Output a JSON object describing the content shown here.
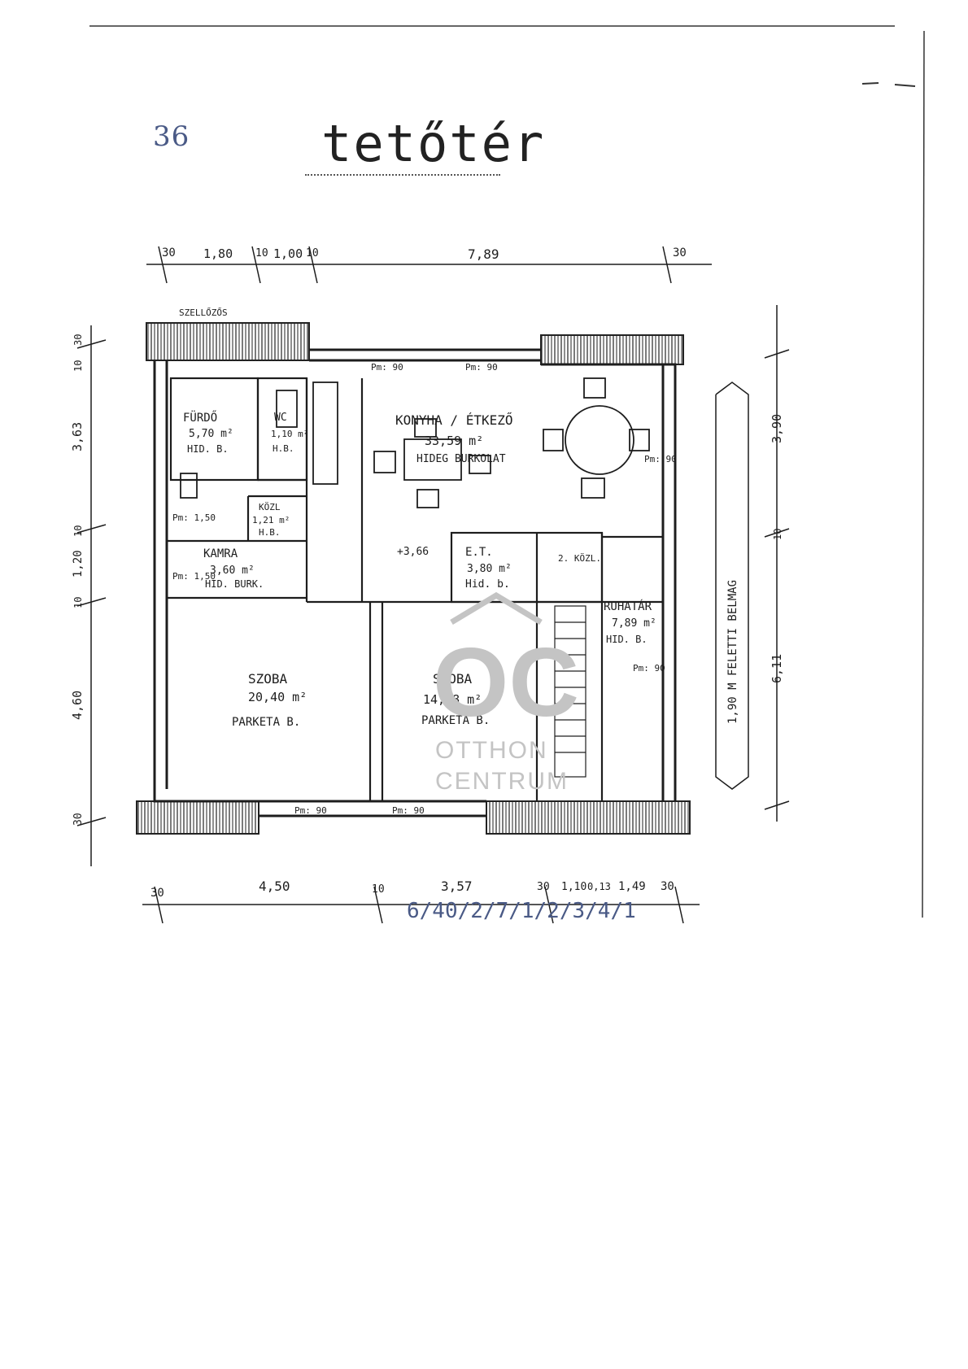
{
  "page_number": "36",
  "title": "tetőtér",
  "rooms": [
    {
      "name": "FÜRDŐ",
      "area": "5,70 m²",
      "finish": "HID. B."
    },
    {
      "name": "WC",
      "area": "1,10 m²",
      "finish": "H.B."
    },
    {
      "name": "KÖZL",
      "area": "1,21 m²",
      "finish": "H.B."
    },
    {
      "name": "KONYHA / ÉTKEZŐ",
      "area": "33,59 m²",
      "finish": "HIDEG BURKOLAT"
    },
    {
      "name": "KAMRA",
      "area": "3,60 m²",
      "finish": "HID. BURK."
    },
    {
      "name": "E.T.",
      "area": "3,80 m²",
      "finish": "Hid. b."
    },
    {
      "name": "RUHATÁR",
      "area": "7,89 m²",
      "finish": "HID. B."
    },
    {
      "name": "SZOBA",
      "area": "20,40 m²",
      "finish": "PARKETA B."
    },
    {
      "name": "SZOBA",
      "area": "14,28 m²",
      "finish": "PARKETA B."
    }
  ],
  "labels": {
    "ventilation": "SZELLŐZŐS",
    "stair_level": "+3,66",
    "corridor": "2. KÖZL.",
    "interior_height": "1,90 M FELETTI BELMAG",
    "document_number": "6/40/2/7/1/2/3/4/1"
  },
  "dimensions_top": [
    "30",
    "1,80",
    "10",
    "1,00",
    "10",
    "7,89",
    "30"
  ],
  "dimensions_bottom": [
    "30",
    "4,50",
    "10",
    "3,57",
    "30",
    "1,10",
    "0,13",
    "1,49",
    "30"
  ],
  "dimensions_left": [
    "30",
    "10",
    "3,63",
    "10",
    "1,20",
    "10",
    "4,60",
    "30"
  ],
  "dimensions_right": [
    "3,90",
    "10",
    "6,11"
  ],
  "parapets": [
    "Pm: 90",
    "Pm: 90",
    "Pm: 1,50",
    "Pm: 1,50",
    "Pm: 90",
    "Pm: 90",
    "Pm: 90",
    "Pm: 90"
  ],
  "watermark": {
    "logo": "OC",
    "line1": "OTTHON",
    "line2": "CENTRUM"
  },
  "colors": {
    "ink": "#1d1d1d",
    "watermark": "#c4c4c4",
    "page_number": "#4a5a86"
  }
}
